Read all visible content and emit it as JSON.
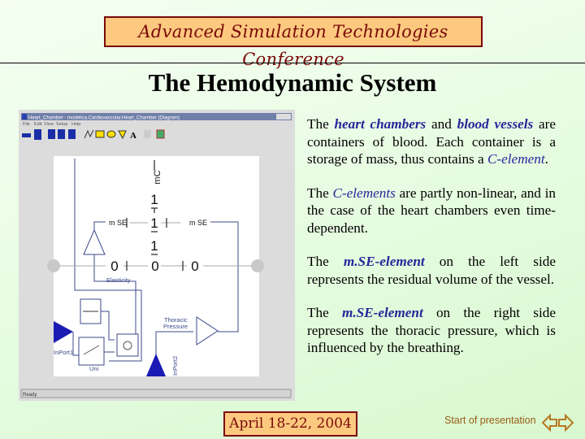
{
  "header": {
    "conference": "Advanced Simulation Technologies Conference"
  },
  "slide": {
    "title": "The Hemodynamic System",
    "paragraphs": [
      {
        "t1": "The ",
        "e1": "heart chambers",
        "t2": " and ",
        "e2": "blood vessels",
        "t3": " are containers of blood.  Each container is a storage of mass, thus contains a ",
        "e3": "C-element",
        "t4": "."
      },
      {
        "t1": "The ",
        "e1": "C-elements",
        "t2": " are partly non-linear, and in the case of the heart chambers even time-dependent."
      },
      {
        "t1": "The ",
        "e1": "m.SE-element",
        "t2": " on the left side represents the residual volume of the vessel."
      },
      {
        "t1": "The ",
        "e1": "m.SE-element",
        "t2": " on the right side represents the thoracic pressure, which is influenced by the breathing."
      }
    ]
  },
  "screenshot": {
    "window_title": "Heart_Chamber - modelica.Cardiovascular.Heart_Chamber (Diagram)",
    "menu": [
      "File",
      "Edit",
      "View",
      "Setup",
      "Help"
    ],
    "status": "Ready",
    "diagram": {
      "mc": "mC",
      "one": "1",
      "zero": "0",
      "mse": "m SE",
      "elasticity": "Elasticity",
      "thoracic": "Thoracic",
      "pressure": "Pressure",
      "inport1": "InPort1",
      "inport2": "InPort2",
      "uni": "Uni"
    }
  },
  "footer": {
    "date": "April 18-22, 2004",
    "start_link": "Start of presentation",
    "colors": {
      "nav": "#b7791f",
      "box_fill": "#fdc97f",
      "box_border": "#7a0a0a",
      "frame": "#e0141a"
    }
  }
}
